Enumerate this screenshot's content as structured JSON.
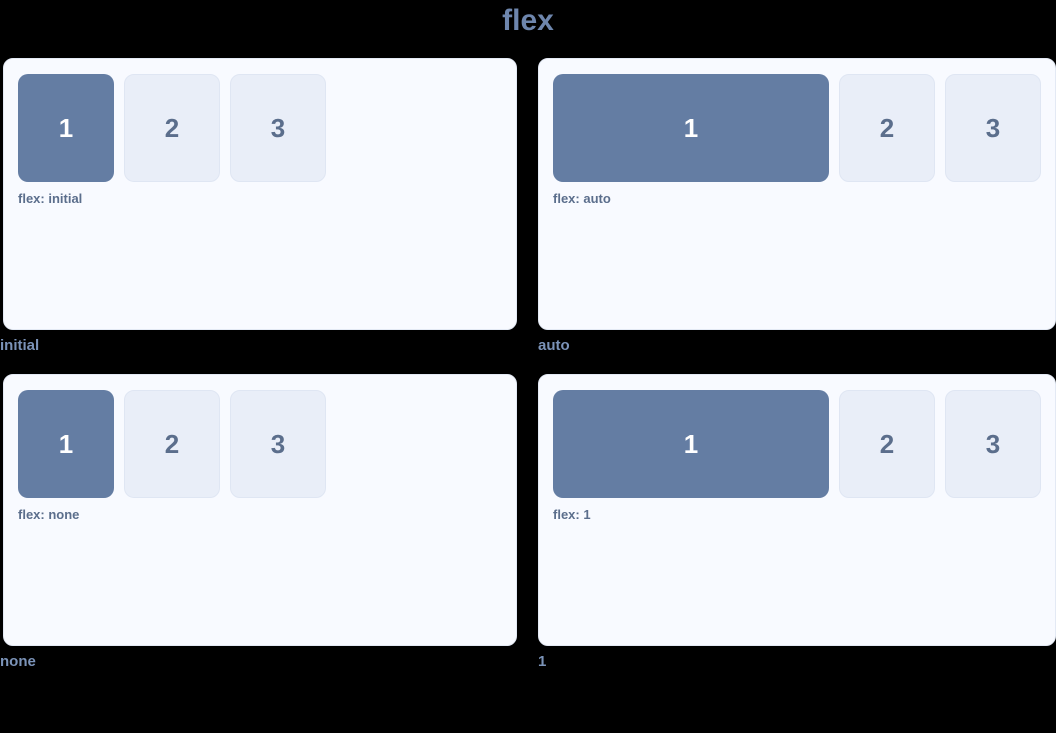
{
  "title": "flex",
  "colors": {
    "background": "#000000",
    "panel_background": "#f8faff",
    "panel_border": "#e3e9f4",
    "box_primary": "#647da3",
    "box_secondary": "#e9eef8",
    "box_secondary_border": "#dfe6f3",
    "text_primary_on_box": "#ffffff",
    "text_secondary_on_box": "#5b6e8c",
    "caption_text": "#5b6e8c",
    "label_text": "#7b93b8",
    "title_text": "#6e86ad"
  },
  "demos": [
    {
      "id": "initial",
      "label": "initial",
      "caption": "flex: initial",
      "boxes": [
        {
          "number": "1",
          "style": "primary"
        },
        {
          "number": "2",
          "style": "secondary"
        },
        {
          "number": "3",
          "style": "secondary"
        }
      ]
    },
    {
      "id": "auto",
      "label": "auto",
      "caption": "flex: auto",
      "boxes": [
        {
          "number": "1",
          "style": "primary"
        },
        {
          "number": "2",
          "style": "secondary"
        },
        {
          "number": "3",
          "style": "secondary"
        }
      ]
    },
    {
      "id": "none",
      "label": "none",
      "caption": "flex: none",
      "boxes": [
        {
          "number": "1",
          "style": "primary"
        },
        {
          "number": "2",
          "style": "secondary"
        },
        {
          "number": "3",
          "style": "secondary"
        }
      ]
    },
    {
      "id": "one",
      "label": "1",
      "caption": "flex: 1",
      "boxes": [
        {
          "number": "1",
          "style": "primary"
        },
        {
          "number": "2",
          "style": "secondary"
        },
        {
          "number": "3",
          "style": "secondary"
        }
      ]
    }
  ]
}
